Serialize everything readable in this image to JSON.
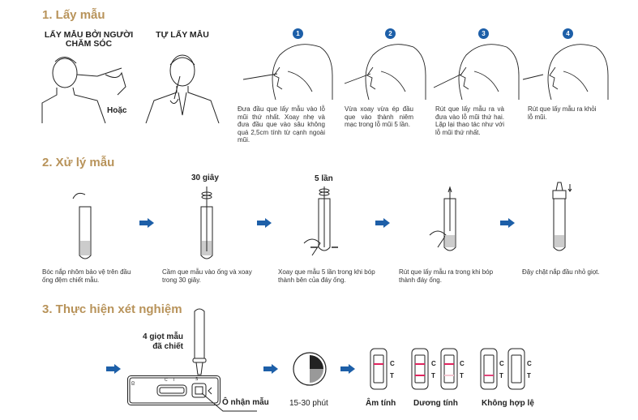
{
  "colors": {
    "heading": "#b8935a",
    "accent": "#1d5fa8",
    "line_red": "#e0245e",
    "line_faint": "#f3c6d1"
  },
  "section1": {
    "title": "1. Lấy mẫu",
    "caregiver_label": "LẤY MẪU BỞI NGƯỜI CHĂM SÓC",
    "self_label": "TỰ LẤY MẪU",
    "or_label": "Hoặc",
    "steps": [
      {
        "number": "1",
        "text": "Đưa đầu que lấy mẫu vào lỗ mũi thứ nhất. Xoay nhẹ và đưa đầu que vào sâu không quá 2,5cm tính từ cạnh ngoài mũi."
      },
      {
        "number": "2",
        "text": "Vừa xoay vừa ép đầu que vào thành niêm mạc trong lỗ mũi 5 lần."
      },
      {
        "number": "3",
        "text": "Rút que lấy mẫu ra và đưa vào lỗ mũi thứ hai. Lặp lại thao tác như với lỗ mũi thứ nhất."
      },
      {
        "number": "4",
        "text": "Rút que lấy mẫu ra khỏi lỗ mũi."
      }
    ]
  },
  "section2": {
    "title": "2. Xử lý mẫu",
    "label_30s": "30 giây",
    "label_5x": "5 lần",
    "steps": [
      "Bóc nắp nhôm bảo vệ trên đầu ống đệm chiết mẫu.",
      "Cầm que mẫu vào ống và xoay trong 30 giây.",
      "Xoay que mẫu 5 lần trong khi bóp thành bên của đáy ống.",
      "Rút que lấy mẫu ra trong khi bóp thành đáy ống.",
      "Đậy chặt nắp đầu nhỏ giọt."
    ]
  },
  "section3": {
    "title": "3. Thực hiện xét nghiệm",
    "drops_label_1": "4 giọt mẫu",
    "drops_label_2": "đã chiết",
    "well_label": "Ô nhận mẫu",
    "device_c": "C",
    "device_t": "T",
    "device_s": "S",
    "device_id": "ID",
    "time_label": "15-30 phút",
    "cassette_c": "C",
    "cassette_t": "T",
    "results": [
      "Âm tính",
      "Dương tính",
      "Không hợp lệ"
    ]
  }
}
